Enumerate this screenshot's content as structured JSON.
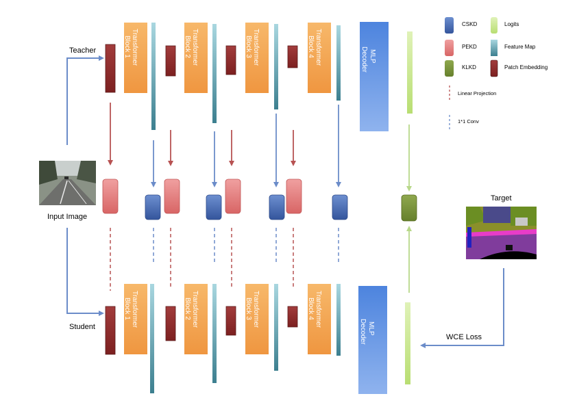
{
  "labels": {
    "teacher": "Teacher",
    "student": "Student",
    "input_image": "Input Image",
    "target": "Target",
    "wce_loss": "WCE Loss"
  },
  "teacher_blocks": [
    {
      "line1": "Transformer",
      "line2": "Block 1"
    },
    {
      "line1": "Transformer",
      "line2": "Block 2"
    },
    {
      "line1": "Transformer",
      "line2": "Block 3"
    },
    {
      "line1": "Transformer",
      "line2": "Block 4"
    }
  ],
  "student_blocks": [
    {
      "line1": "Transformer",
      "line2": "Block 1"
    },
    {
      "line1": "Transformer",
      "line2": "Block 2"
    },
    {
      "line1": "Transformer",
      "line2": "Block 3"
    },
    {
      "line1": "Transformer",
      "line2": "Block 4"
    }
  ],
  "decoder": {
    "line1": "MLP",
    "line2": "Decoder"
  },
  "legend": {
    "cskd": "CSKD",
    "pekd": "PEKD",
    "klkd": "KLKD",
    "logits": "Logits",
    "feature_map": "Feature Map",
    "patch_embedding": "Patch Embedding",
    "linear_projection": "Linear Projection",
    "conv": "1*1 Conv"
  },
  "colors": {
    "transformer_block": "#f4a850",
    "mlp_decoder": "#5b8ee0",
    "cskd": "#4a6db5",
    "pekd": "#e07a7a",
    "klkd": "#78923a",
    "logits": "#cfe89a",
    "feature_map": "#6aaec0",
    "patch_embedding": "#8e2a2a",
    "red_arrow": "#b75252",
    "blue_arrow": "#6b8cc9"
  }
}
